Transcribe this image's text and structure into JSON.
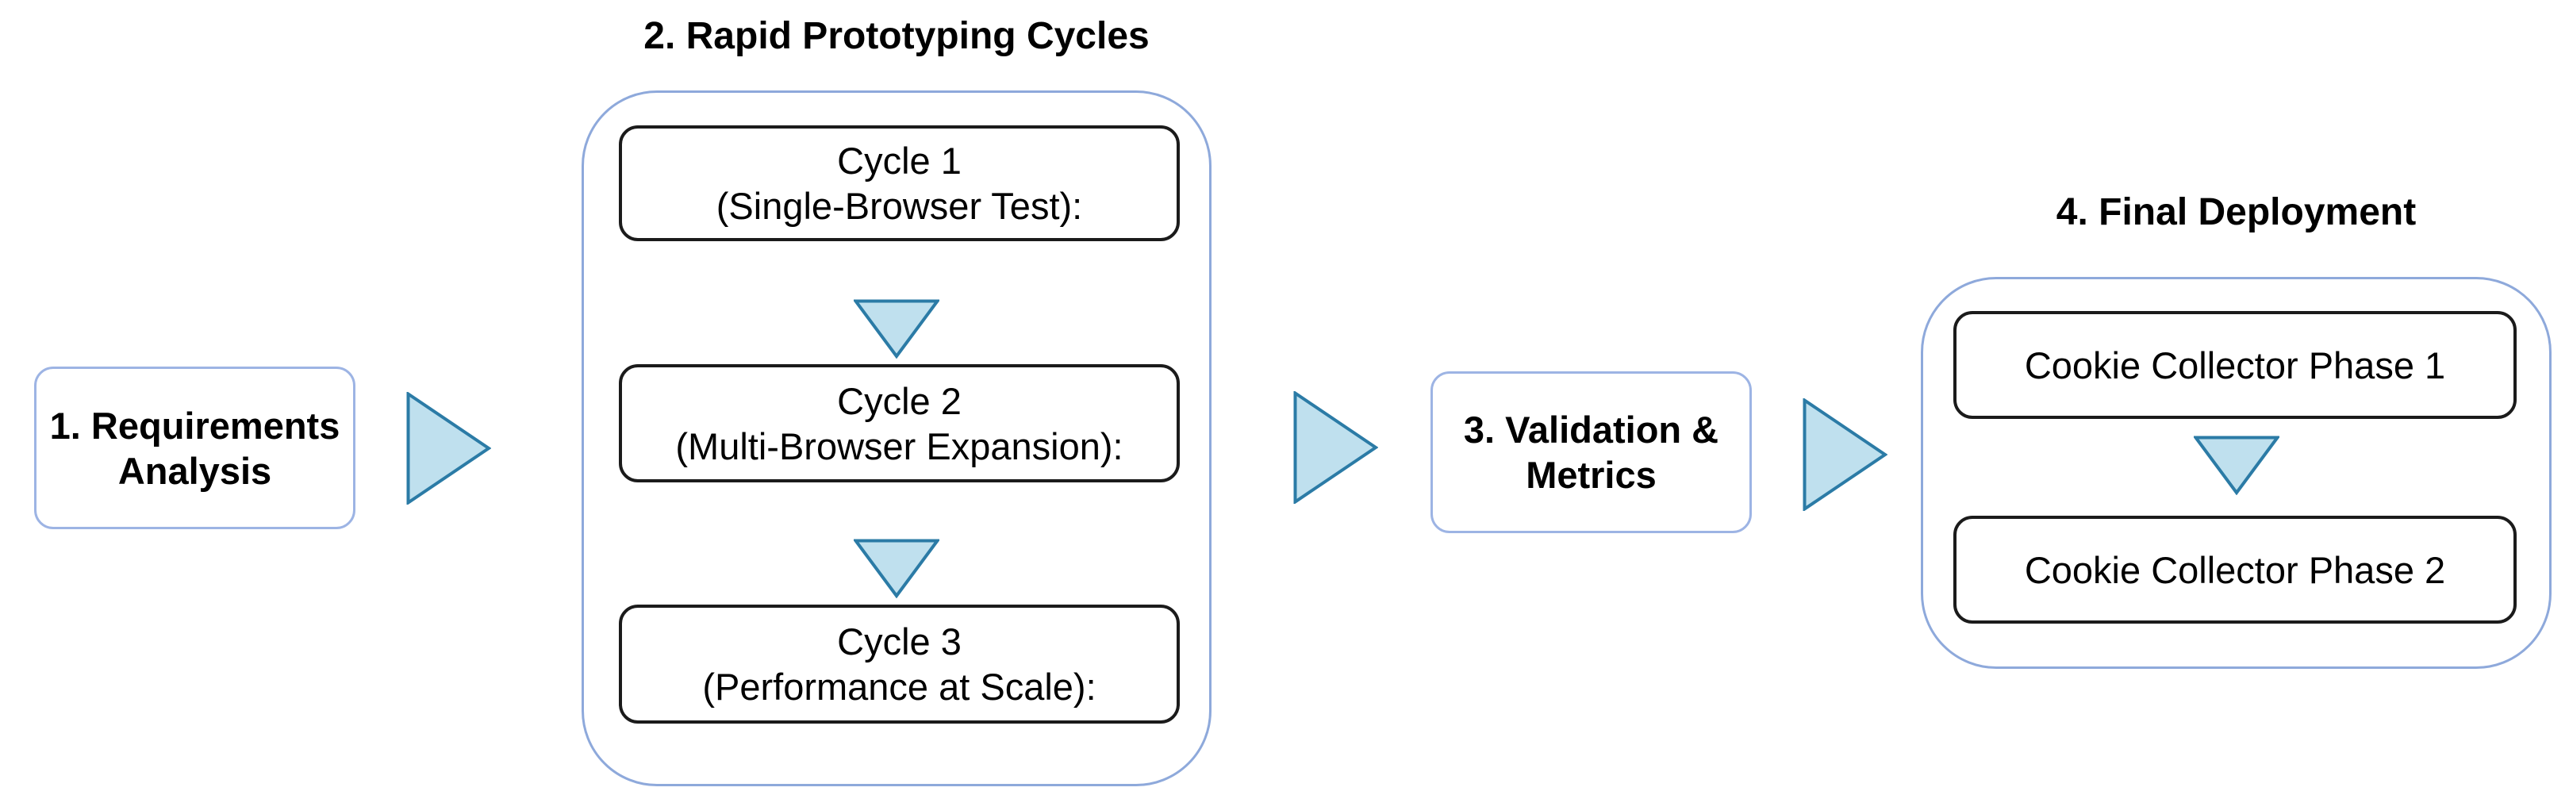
{
  "diagram": {
    "type": "flowchart",
    "direction": "left-to-right",
    "titles": {
      "section2": "2. Rapid Prototyping Cycles",
      "section4": "4. Final Deployment"
    },
    "nodes": {
      "requirements": "1. Requirements\nAnalysis",
      "validation": "3. Validation &\nMetrics",
      "cycle1": "Cycle 1\n(Single-Browser Test):",
      "cycle2": "Cycle 2\n(Multi-Browser Expansion):",
      "cycle3": "Cycle 3\n(Performance at Scale):",
      "phase1": "Cookie Collector Phase 1",
      "phase2": "Cookie Collector Phase 2"
    },
    "connections": [
      "requirements -> rapid-prototyping-cycles",
      "cycle1 -> cycle2",
      "cycle2 -> cycle3",
      "rapid-prototyping-cycles -> validation",
      "validation -> final-deployment",
      "phase1 -> phase2"
    ],
    "colors": {
      "background": "#ffffff",
      "step_node_border": "#9db4e4",
      "container_border": "#8ea9db",
      "inner_box_border": "#1b1b1b",
      "arrow_fill": "#bfe0ee",
      "arrow_stroke": "#2b7ba6",
      "text": "#000000"
    }
  }
}
